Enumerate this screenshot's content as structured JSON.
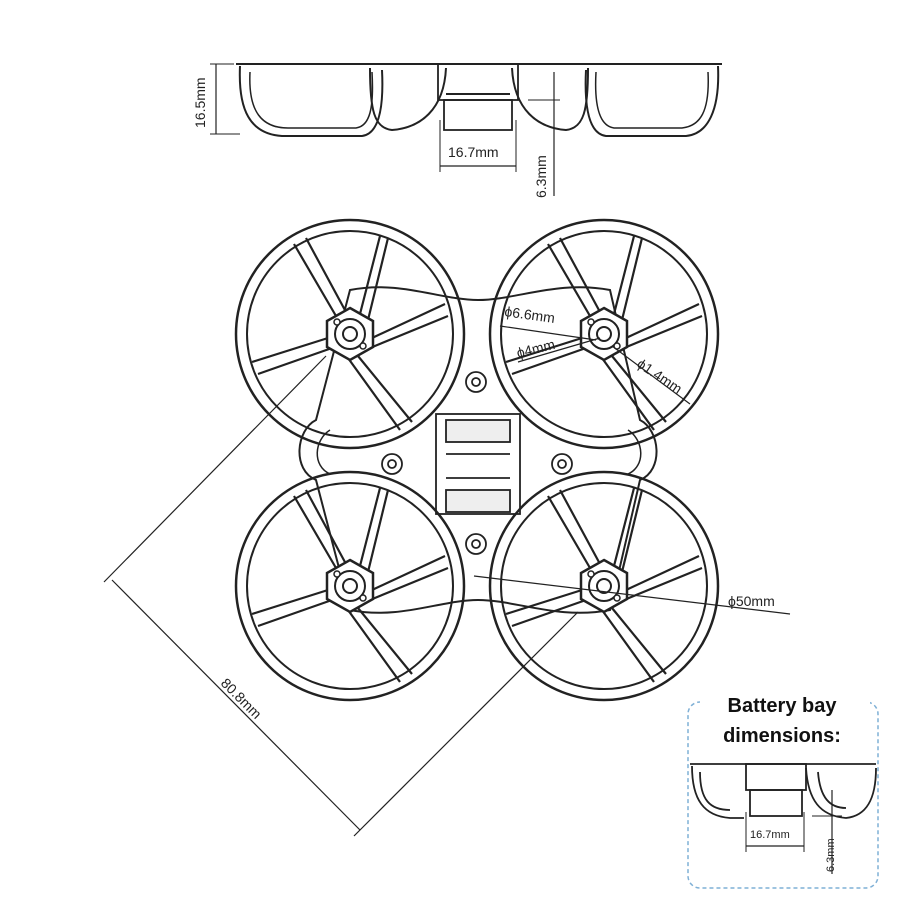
{
  "side_view": {
    "height_label": "16.5mm",
    "bay_width_label": "16.7mm",
    "bay_depth_label": "6.3mm"
  },
  "top_view": {
    "motor_hole_label": "ϕ6.6mm",
    "shaft_hole_label": "ϕ4mm",
    "screw_hole_label": "ϕ1.4mm",
    "prop_diameter_label": "ϕ50mm",
    "diagonal_label": "80.8mm"
  },
  "inset": {
    "title_line1": "Battery bay",
    "title_line2": "dimensions:",
    "bay_width_label": "16.7mm",
    "bay_depth_label": "6.3mm",
    "border_color": "#7fb0d6"
  },
  "colors": {
    "stroke": "#222222",
    "fill_light": "#e8e8e8"
  }
}
